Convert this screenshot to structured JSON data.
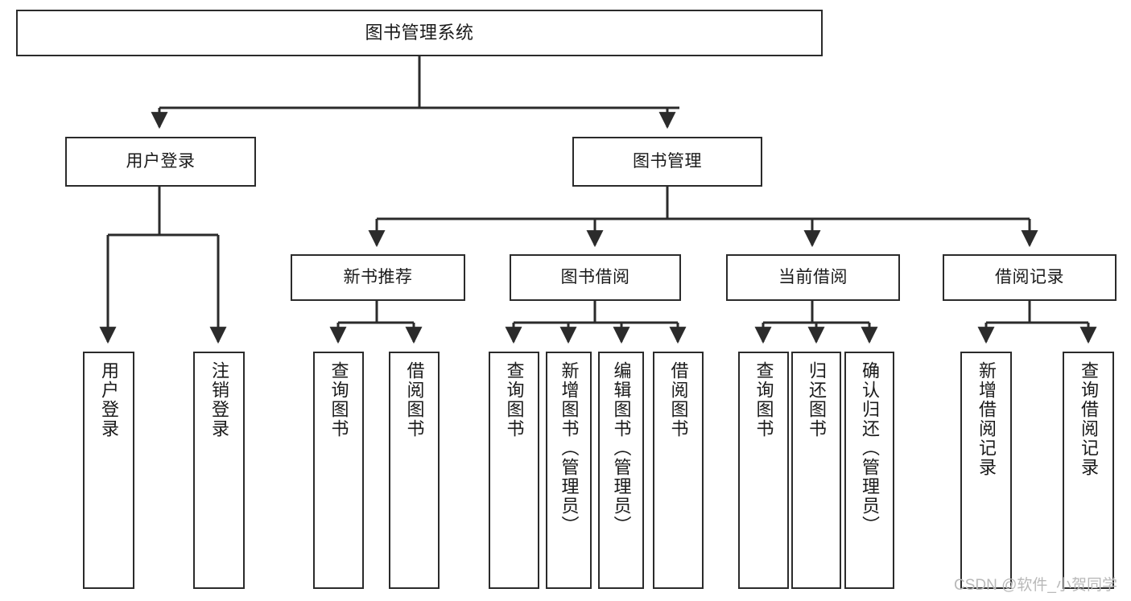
{
  "diagram": {
    "title": "图书管理系统",
    "type": "tree",
    "orientation": "top-down",
    "colors": {
      "node_border": "#2b2b2b",
      "node_fill": "#ffffff",
      "connector": "#2b2b2b",
      "text": "#1a1a1a",
      "watermark": "#b9b9b9",
      "background": "#ffffff"
    },
    "watermark": "CSDN @软件_小贺同学"
  },
  "nodes": {
    "root": {
      "label": "图书管理系统",
      "level": 1
    },
    "l2": [
      {
        "id": "user-login",
        "label": "用户登录",
        "level": 2
      },
      {
        "id": "book-manage",
        "label": "图书管理",
        "level": 2
      }
    ],
    "l3": [
      {
        "id": "new-book-recommend",
        "label": "新书推荐",
        "level": 3,
        "parent": "book-manage"
      },
      {
        "id": "book-borrow",
        "label": "图书借阅",
        "level": 3,
        "parent": "book-manage"
      },
      {
        "id": "current-borrow",
        "label": "当前借阅",
        "level": 3,
        "parent": "book-manage"
      },
      {
        "id": "borrow-record",
        "label": "借阅记录",
        "level": 3,
        "parent": "book-manage"
      }
    ],
    "leaves": [
      {
        "id": "leaf-user-login",
        "label": "用户登录",
        "parent": "user-login"
      },
      {
        "id": "leaf-logout-login",
        "label": "注销登录",
        "parent": "user-login"
      },
      {
        "id": "leaf-query-book-1",
        "label": "查询图书",
        "parent": "new-book-recommend"
      },
      {
        "id": "leaf-borrow-book-1",
        "label": "借阅图书",
        "parent": "new-book-recommend"
      },
      {
        "id": "leaf-query-book-2",
        "label": "查询图书",
        "parent": "book-borrow"
      },
      {
        "id": "leaf-add-book",
        "label": "新增图书（管理员）",
        "parent": "book-borrow"
      },
      {
        "id": "leaf-edit-book",
        "label": "编辑图书（管理员）",
        "parent": "book-borrow"
      },
      {
        "id": "leaf-borrow-book-2",
        "label": "借阅图书",
        "parent": "book-borrow"
      },
      {
        "id": "leaf-query-book-3",
        "label": "查询图书",
        "parent": "current-borrow"
      },
      {
        "id": "leaf-return-book",
        "label": "归还图书",
        "parent": "current-borrow"
      },
      {
        "id": "leaf-confirm-return",
        "label": "确认归还（管理员）",
        "parent": "current-borrow"
      },
      {
        "id": "leaf-add-record",
        "label": "新增借阅记录",
        "parent": "borrow-record"
      },
      {
        "id": "leaf-query-record",
        "label": "查询借阅记录",
        "parent": "borrow-record"
      }
    ]
  }
}
